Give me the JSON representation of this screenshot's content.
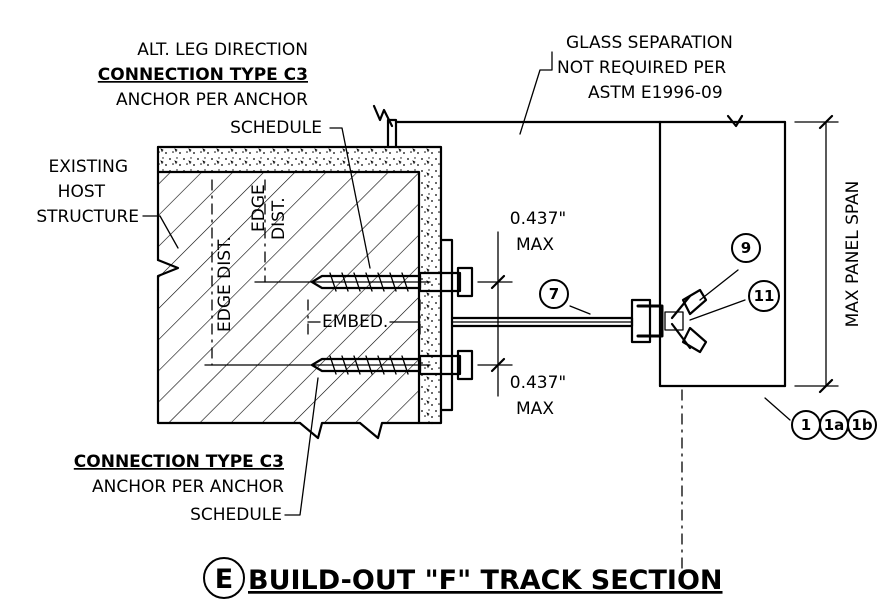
{
  "labels": {
    "alt_leg": "ALT. LEG DIRECTION",
    "conn_type_top": "CONNECTION TYPE C3",
    "anchor_top_1": "ANCHOR PER ANCHOR",
    "anchor_top_2": "SCHEDULE",
    "existing_1": "EXISTING",
    "existing_2": "HOST",
    "existing_3": "STRUCTURE",
    "edge_dist_outer": "EDGE DIST.",
    "edge_dist_inner_1": "EDGE",
    "edge_dist_inner_2": "DIST.",
    "embed": "EMBED.",
    "dim_top_1": "0.437\"",
    "dim_top_2": "MAX",
    "dim_bot_1": "0.437\"",
    "dim_bot_2": "MAX",
    "glass_1": "GLASS SEPARATION",
    "glass_2": "NOT REQUIRED PER",
    "glass_3": "ASTM E1996-09",
    "max_panel_span": "MAX PANEL SPAN",
    "conn_type_bot": "CONNECTION TYPE C3",
    "anchor_bot_1": "ANCHOR PER ANCHOR",
    "anchor_bot_2": "SCHEDULE"
  },
  "callouts": {
    "c7": "7",
    "c9": "9",
    "c11": "11",
    "c1": "1",
    "c1a": "1a",
    "c1b": "1b"
  },
  "title": {
    "letter": "E",
    "text": "BUILD-OUT \"F\" TRACK SECTION"
  }
}
